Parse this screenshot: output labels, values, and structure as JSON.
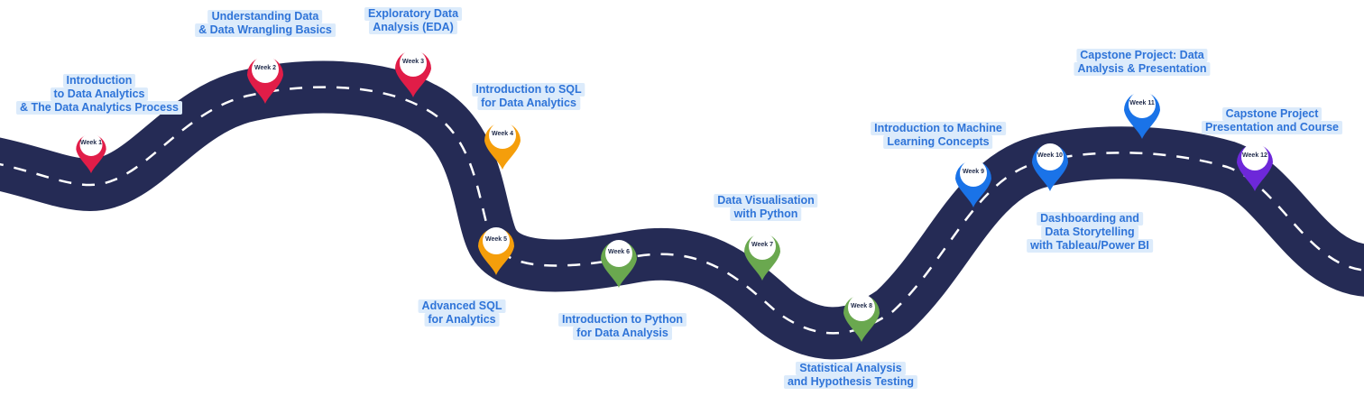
{
  "roadmap": {
    "milestones": [
      {
        "week": "Week 1",
        "lines": [
          "Introduction",
          "to Data Analytics",
          "& The Data Analytics Process"
        ],
        "color": "#e11d48"
      },
      {
        "week": "Week 2",
        "lines": [
          "Understanding Data",
          "& Data Wrangling Basics"
        ],
        "color": "#e11d48"
      },
      {
        "week": "Week 3",
        "lines": [
          "Exploratory Data",
          "Analysis (EDA)"
        ],
        "color": "#e11d48"
      },
      {
        "week": "Week 4",
        "lines": [
          "Introduction to SQL",
          "for Data Analytics"
        ],
        "color": "#f59e0b"
      },
      {
        "week": "Week 5",
        "lines": [
          "Advanced SQL",
          "for Analytics"
        ],
        "color": "#f59e0b"
      },
      {
        "week": "Week 6",
        "lines": [
          "Introduction to Python",
          "for Data Analysis"
        ],
        "color": "#6aa84f"
      },
      {
        "week": "Week 7",
        "lines": [
          "Data Visualisation",
          "with Python"
        ],
        "color": "#6aa84f"
      },
      {
        "week": "Week 8",
        "lines": [
          "Statistical Analysis",
          "and Hypothesis Testing"
        ],
        "color": "#6aa84f"
      },
      {
        "week": "Week 9",
        "lines": [
          "Introduction to Machine",
          "Learning Concepts"
        ],
        "color": "#1a73e8"
      },
      {
        "week": "Week 10",
        "lines": [
          "Dashboarding and",
          "Data Storytelling",
          "with Tableau/Power BI"
        ],
        "color": "#1a73e8"
      },
      {
        "week": "Week 11",
        "lines": [
          "Capstone Project: Data",
          "Analysis & Presentation"
        ],
        "color": "#1a73e8"
      },
      {
        "week": "Week 12",
        "lines": [
          "Capstone Project",
          "Presentation and Course"
        ],
        "color": "#6d28d9"
      }
    ]
  },
  "colors": {
    "road": "#252b55",
    "road_dash": "#ffffff",
    "label_text": "#2f74d8",
    "label_bg": "#dcebfb"
  }
}
